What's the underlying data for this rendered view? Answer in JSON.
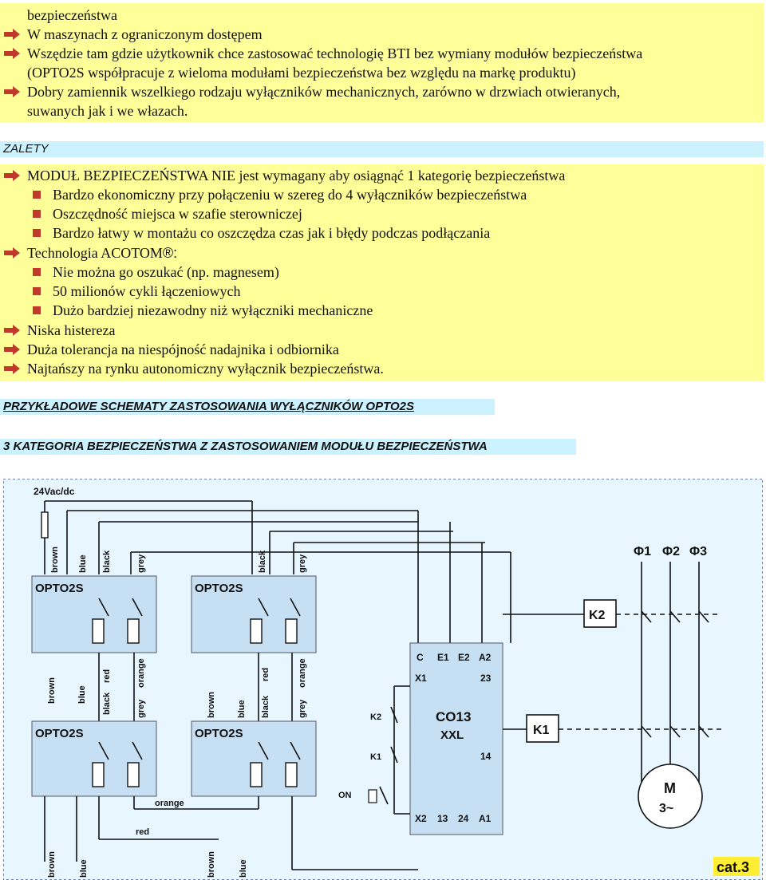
{
  "intro": {
    "title": "bezpieczeństwa",
    "bullets": [
      "W maszynach z ograniczonym dostępem",
      "Wszędzie tam gdzie użytkownik chce zastosować technologię BTI bez wymiany modułów bezpieczeństwa",
      "(OPTO2S współpracuje z wieloma modułami bezpieczeństwa bez względu na markę produktu)",
      "Dobry zamiennik wszelkiego rodzaju wyłączników mechanicznych, zarówno w drzwiach otwieranych,",
      "suwanych jak i we włazach."
    ]
  },
  "zalety": {
    "header": "ZALETY",
    "item1": "MODUŁ BEZPIECZEŃSTWA NIE jest wymagany aby osiągnąć 1 kategorię bezpieczeństwa",
    "sub1": [
      "Bardzo ekonomiczny przy połączeniu w szereg do 4 wyłączników bezpieczeństwa",
      "Oszczędność miejsca w szafie sterowniczej",
      "Bardzo łatwy w montażu co oszczędza czas jak i błędy podczas podłączania"
    ],
    "item2": "Technologia ACOTOM",
    "item2_mark": "®:",
    "sub2": [
      "Nie można go oszukać (np. magnesem)",
      "50 milionów cykli łączeniowych",
      "Dużo bardziej niezawodny niż wyłączniki mechaniczne"
    ],
    "item3": "Niska histereza",
    "item4": "Duża tolerancja na niespójność nadajnika i odbiornika",
    "item5": "Najtańszy na rynku autonomiczny wyłącznik bezpieczeństwa."
  },
  "schematy_header": "PRZYKŁADOWE SCHEMATY ZASTOSOWANIA WYŁĄCZNIKÓW OPTO2S",
  "kategoria_header": "3 KATEGORIA BEZPIECZEŃSTWA Z ZASTOSOWANIEM MODUŁU BEZPIECZEŃSTWA",
  "diagram": {
    "supply": "24Vac/dc",
    "sensor_label": "OPTO2S",
    "wires": {
      "brown": "brown",
      "blue": "blue",
      "black": "black",
      "grey": "grey",
      "red": "red",
      "orange": "orange"
    },
    "module": [
      "CO13",
      "XXL"
    ],
    "module_terminals_top": [
      "C",
      "E1",
      "E2",
      "A2"
    ],
    "module_x1": "X1",
    "module_23": "23",
    "module_14": "14",
    "module_terminals_bottom": [
      "X2",
      "13",
      "24",
      "A1"
    ],
    "k2": "K2",
    "k1": "K1",
    "on": "ON",
    "phases": [
      "Φ1",
      "Φ2",
      "Φ3"
    ],
    "motor": [
      "M",
      "3~"
    ],
    "cat": "cat.3"
  },
  "colors": {
    "yellow": "#ffff99",
    "cyan": "#ccf2ff",
    "diagram_bg": "#e8f6ff",
    "sensor_fill": "#c6dff2",
    "module_fill": "#c6dff2",
    "arrow": "#c0392b",
    "cat_bg": "#ffee33"
  }
}
